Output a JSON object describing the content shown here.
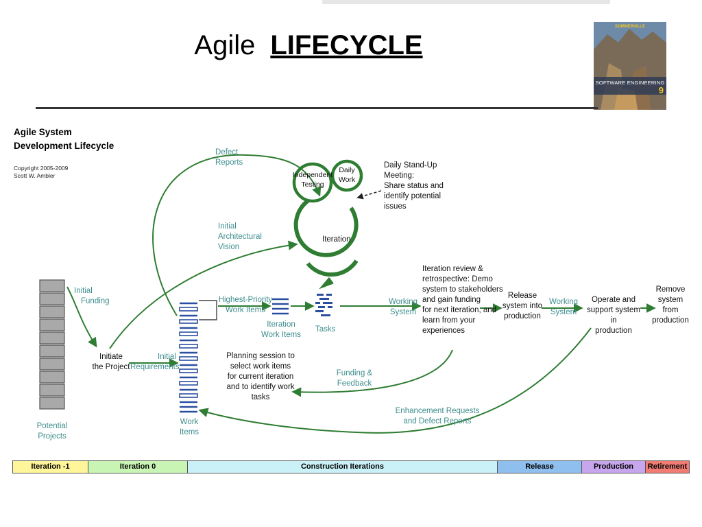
{
  "slide": {
    "title_plain": "Agile",
    "title_emphasis": "LIFECYCLE"
  },
  "book_cover": {
    "author": "SOMMERVILLE",
    "title": "SOFTWARE ENGINEERING",
    "edition": "9"
  },
  "diagram": {
    "title_line1": "Agile System",
    "title_line2": "Development Lifecycle",
    "copyright_line1": "Copyright 2005-2009",
    "copyright_line2": "Scott W. Ambler",
    "labels": {
      "defect_reports_1": "Defect",
      "defect_reports_2": "Reports",
      "independent_testing_1": "Independent",
      "independent_testing_2": "Testing",
      "daily_work_1": "Daily",
      "daily_work_2": "Work",
      "standup_1": "Daily Stand-Up",
      "standup_2": "Meeting:",
      "standup_3": "Share status and",
      "standup_4": "identify potential",
      "standup_5": "issues",
      "iteration": "Iteration",
      "arch_vision_1": "Initial",
      "arch_vision_2": "Architectural",
      "arch_vision_3": "Vision",
      "initial_funding_1": "Initial",
      "initial_funding_2": "Funding",
      "highest_priority_1": "Highest-Priority",
      "highest_priority_2": "Work Items",
      "iteration_work_items_1": "Iteration",
      "iteration_work_items_2": "Work Items",
      "tasks": "Tasks",
      "working_system_1a": "Working",
      "working_system_1b": "System",
      "review_1": "Iteration review &",
      "review_2": "retrospective: Demo",
      "review_3": "system to stakeholders",
      "review_4": "and gain funding",
      "review_5": "for next iteration, and",
      "review_6": "learn from your",
      "review_7": "experiences",
      "release_1": "Release",
      "release_2": "system into",
      "release_3": "production",
      "working_system_2a": "Working",
      "working_system_2b": "System",
      "operate_1": "Operate and",
      "operate_2": "support system in",
      "operate_3": "production",
      "remove_1": "Remove",
      "remove_2": "system",
      "remove_3": "from",
      "remove_4": "production",
      "initiate_1": "Initiate",
      "initiate_2": "the Project",
      "initial_requirements_1": "Initial",
      "initial_requirements_2": "Requirements",
      "planning_1": "Planning session to",
      "planning_2": "select work items",
      "planning_3": "for current iteration",
      "planning_4": "and to identify work",
      "planning_5": "tasks",
      "funding_feedback_1": "Funding &",
      "funding_feedback_2": "Feedback",
      "potential_projects_1": "Potential",
      "potential_projects_2": "Projects",
      "work_items_1": "Work",
      "work_items_2": "Items",
      "enhancement_1": "Enhancement Requests",
      "enhancement_2": "and Defect Reports"
    }
  },
  "phases": [
    {
      "name": "Iteration -1",
      "color": "#fff59a",
      "share": 0.112
    },
    {
      "name": "Iteration 0",
      "color": "#c8f5b4",
      "share": 0.147
    },
    {
      "name": "Construction Iterations",
      "color": "#c9f1f7",
      "share": 0.458
    },
    {
      "name": "Release",
      "color": "#8fbfee",
      "share": 0.125
    },
    {
      "name": "Production",
      "color": "#c7a6ee",
      "share": 0.094
    },
    {
      "name": "Retirement",
      "color": "#f07c74",
      "share": 0.064
    }
  ],
  "colors": {
    "arrow_green": "#2e7d32",
    "label_teal": "#3f8d8d",
    "stack_fill": "#a9a9a9",
    "work_item_blue": "#2a4fa0"
  }
}
